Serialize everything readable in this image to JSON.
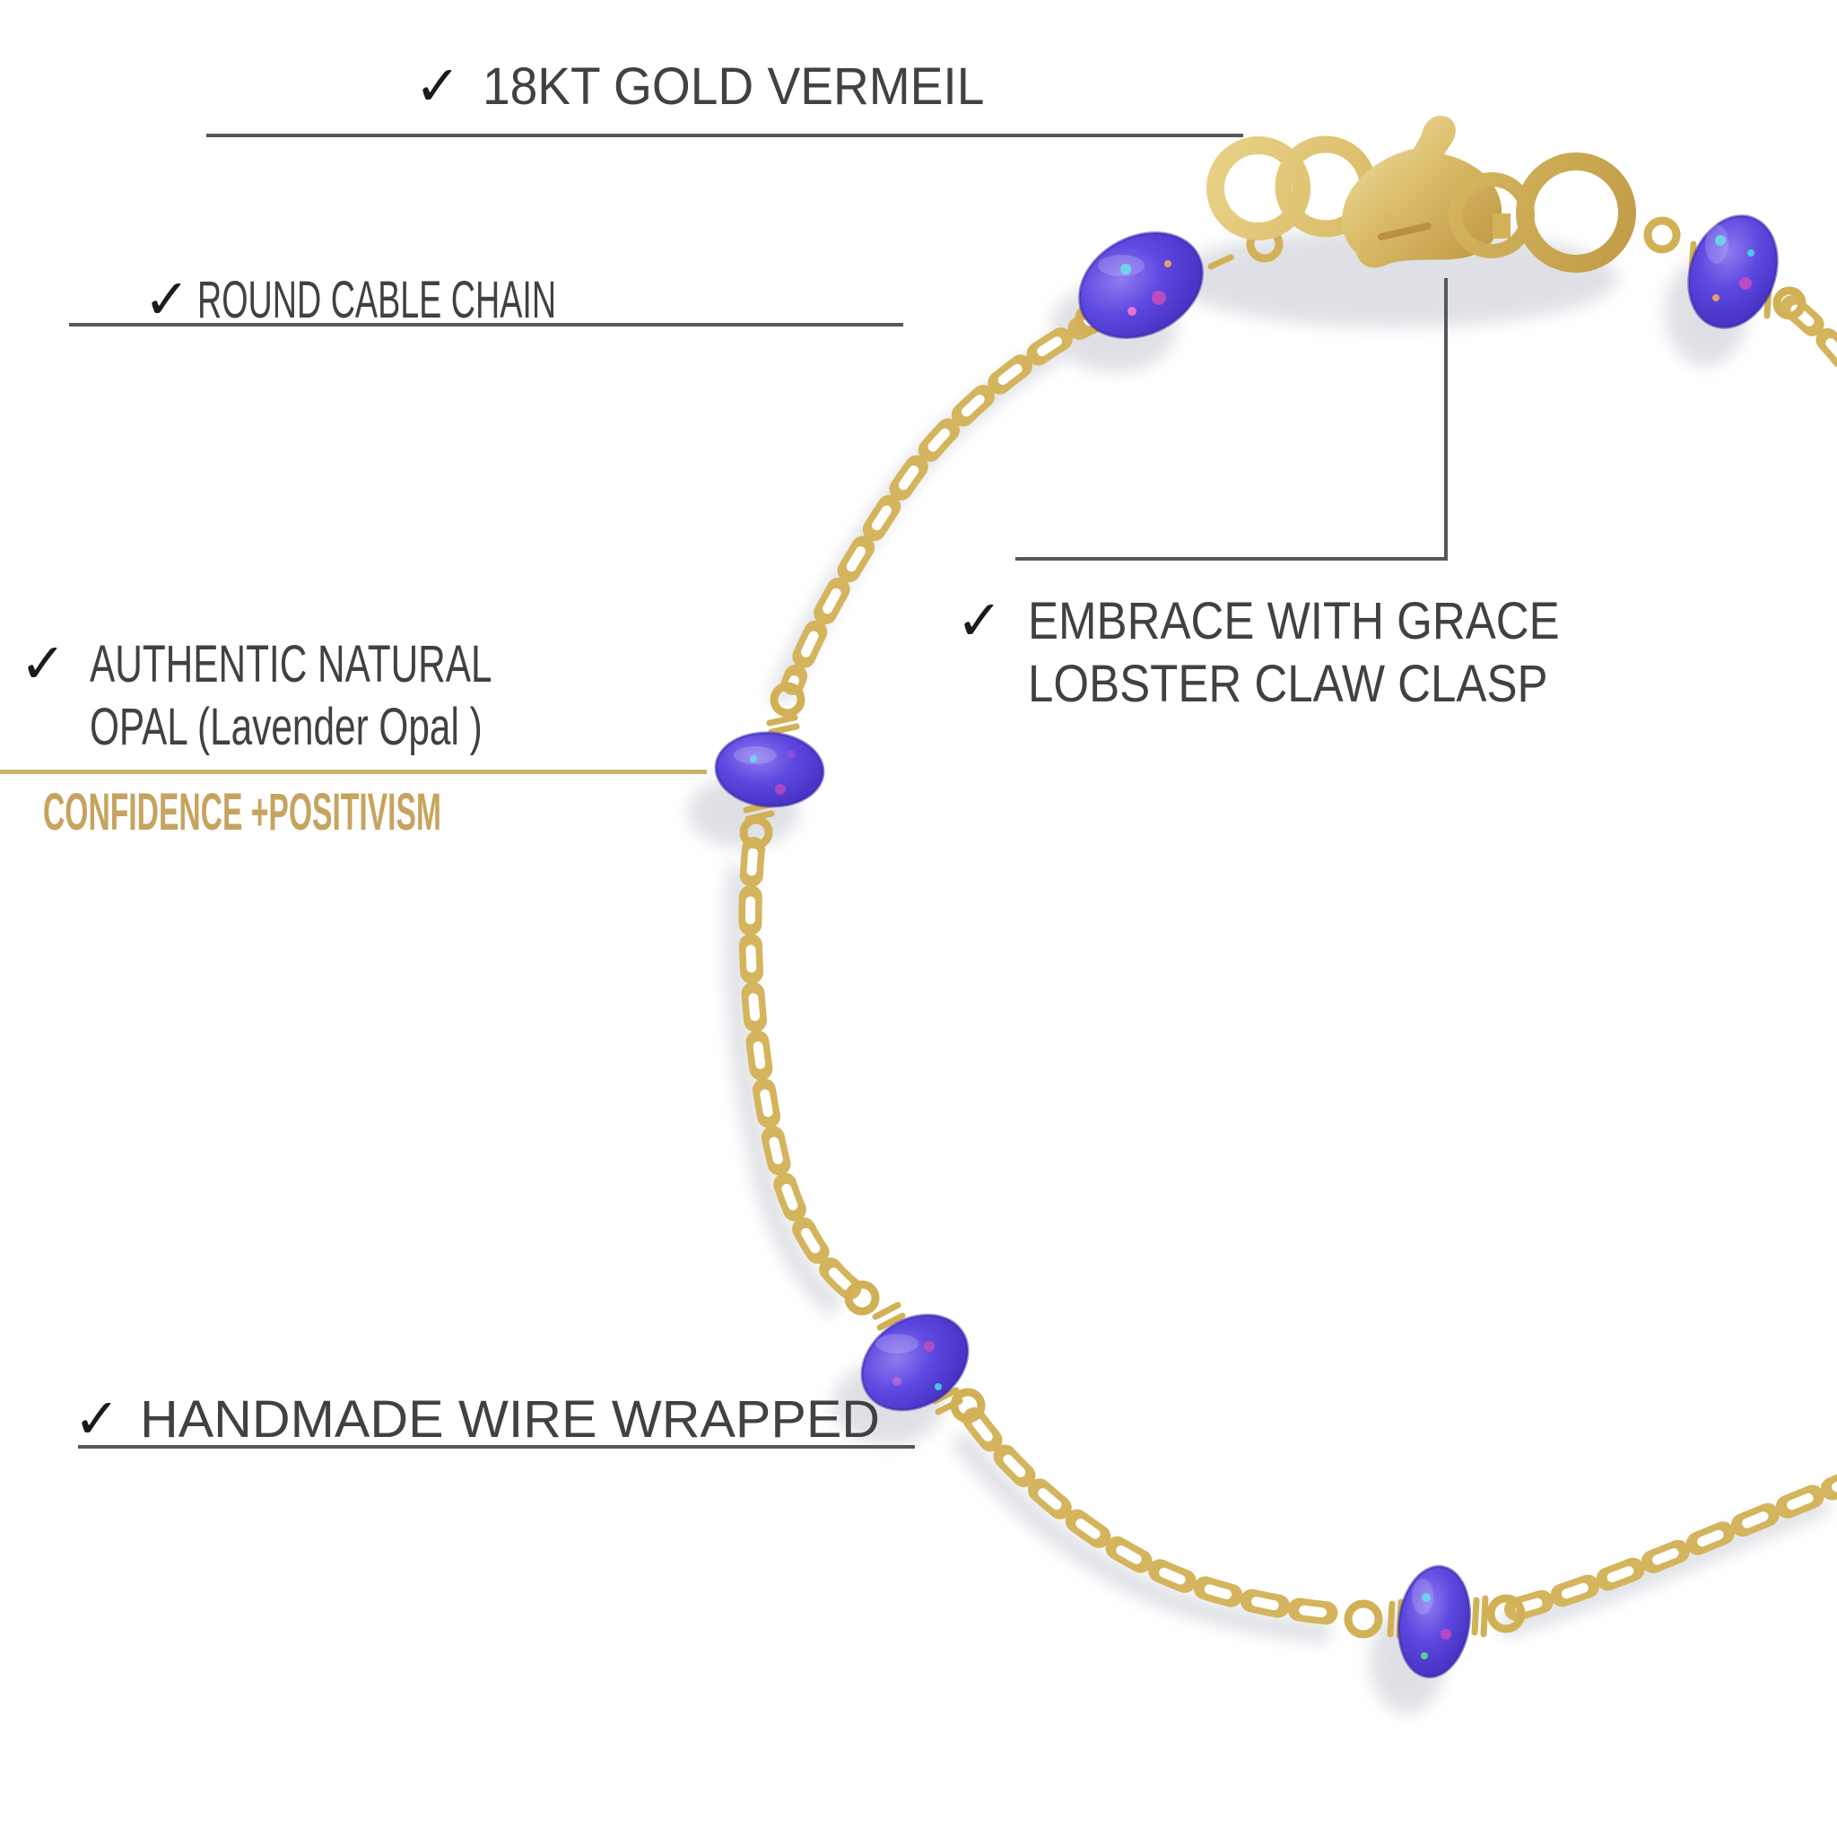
{
  "image": {
    "subject": "gold chain bracelet with lavender opal beads and lobster claw clasp",
    "background": "#ffffff"
  },
  "annotations": {
    "vermeil": {
      "check": "✓",
      "label": "18KT GOLD VERMEIL"
    },
    "chain": {
      "check": "✓",
      "label": "ROUND CABLE CHAIN"
    },
    "opal": {
      "check": "✓",
      "line1": "AUTHENTIC NATURAL",
      "line2": "OPAL (Lavender Opal )"
    },
    "tagline": {
      "label": "CONFIDENCE +POSITIVISM"
    },
    "clasp": {
      "check": "✓",
      "line1": "EMBRACE WITH GRACE",
      "line2": "LOBSTER CLAW CLASP"
    },
    "handmade": {
      "check": "✓",
      "label": "HANDMADE WIRE WRAPPED"
    }
  },
  "colors": {
    "text": "#414042",
    "callout_line": "#55585a",
    "gold_text": "#c6a35f",
    "gold_line": "#cbb06a",
    "chain_gold": "#d4b45c",
    "chain_gold_dark": "#b8923f",
    "chain_gold_light": "#f2e3ac",
    "opal_purple": "#4a35cf",
    "opal_sparkle_cyan": "#45e0e8",
    "opal_sparkle_magenta": "#ff4fae",
    "shadow": "#aab0bc"
  }
}
